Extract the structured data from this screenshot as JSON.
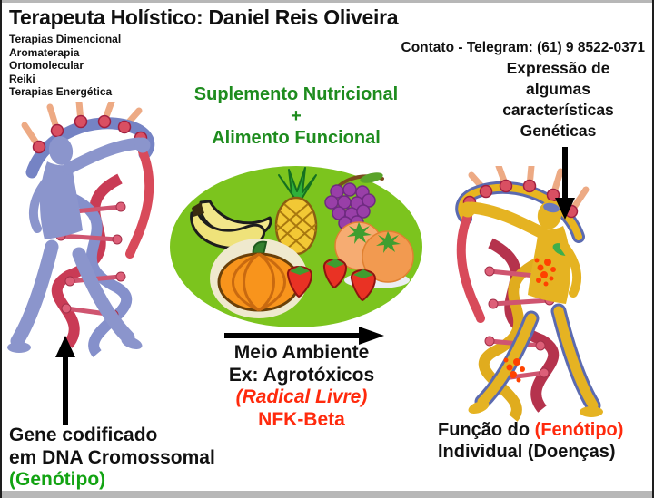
{
  "header": {
    "title": "Terapeuta Holístico: Daniel Reis Oliveira",
    "contact": "Contato - Telegram: (61) 9 8522-0371"
  },
  "therapies": [
    "Terapias Dimencional",
    "Aromaterapia",
    "Ortomolecular",
    "Reiki",
    "Terapias Energética"
  ],
  "supplement": {
    "line1": "Suplemento Nutricional",
    "plus": "+",
    "line2": "Alimento Funcional"
  },
  "expression": {
    "line1": "Expressão de",
    "line2": "algumas",
    "line3": "características",
    "line4": "Genéticas"
  },
  "environment": {
    "line1": "Meio Ambiente",
    "line2": "Ex: Agrotóxicos",
    "radical": "(Radical Livre)",
    "nfk": "NFK-Beta"
  },
  "genotype": {
    "line1": "Gene codificado",
    "line2": "em DNA Cromossomal",
    "line3": "(Genótipo)"
  },
  "phenotype": {
    "prefix": "Função do ",
    "highlight": "(Fenótipo)",
    "line2": "Individual (Doenças)"
  },
  "icons": {
    "left_figure": "dna-human-blue-icon",
    "right_figure": "dna-human-yellow-icon",
    "fruit_oval": "fruits-oval-illustration",
    "fruits": [
      "bananas",
      "pineapple",
      "grapes",
      "tomatoes",
      "pumpkin",
      "strawberries"
    ],
    "arrows": [
      "up-arrow",
      "right-arrow",
      "down-arrow"
    ]
  },
  "colors": {
    "supplement_green": "#1e8c1e",
    "genotype_green": "#12a312",
    "alert_red": "#ff2a0d",
    "oval_green": "#7cc41e",
    "figure_blue": "#8b95cc",
    "figure_yellow": "#e5b322",
    "dna_red": "#c93b55",
    "frame_gray": "#b7b7b7"
  }
}
